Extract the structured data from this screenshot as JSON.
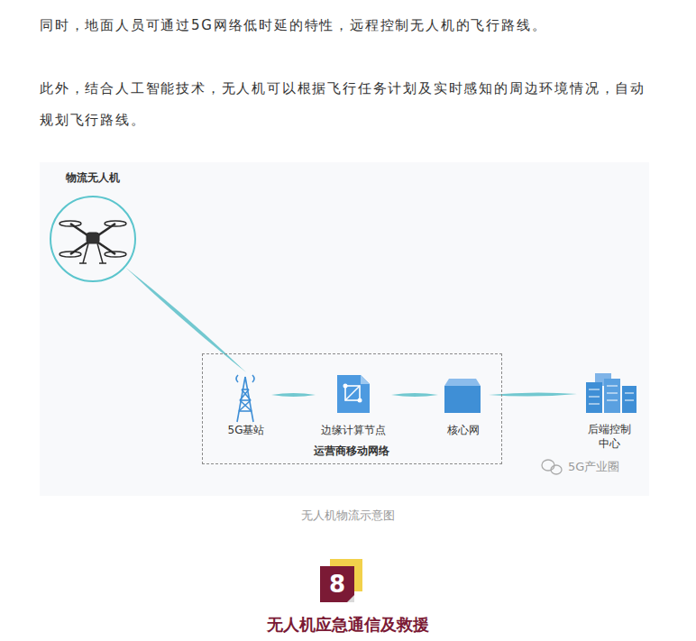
{
  "diagram": {
    "caption": "无人机物流示意图",
    "nodes": [
      {
        "text": [
          "物流无人机"
        ]
      },
      {
        "text": [
          "运营商移动网络"
        ]
      },
      {
        "text": [
          "5G基站"
        ],
        "in": 1
      },
      {
        "text": [
          "边缘计算节点"
        ],
        "in": 1
      },
      {
        "text": [
          "核心网"
        ],
        "in": 1
      },
      {
        "text": [
          "后端控制 中心"
        ]
      }
    ],
    "edges": [
      {
        "from": 0,
        "to": 2,
        "arrow": "none"
      },
      {
        "from": 2,
        "to": 3,
        "arrow": "none"
      },
      {
        "from": 3,
        "to": 4,
        "arrow": "none"
      },
      {
        "from": 4,
        "to": 5,
        "arrow": "none"
      }
    ],
    "labels": [
      "同时，地面人员可通过5G网络低时延的特性，远程控制无人机的飞行路线。",
      "此外，结合人工智能技术，无人机可以根据飞行任务计划及实时感知的周边环境情况，自动规划飞行路线。",
      "5G产业圈",
      "8",
      "无人机应急通信及救援"
    ]
  }
}
